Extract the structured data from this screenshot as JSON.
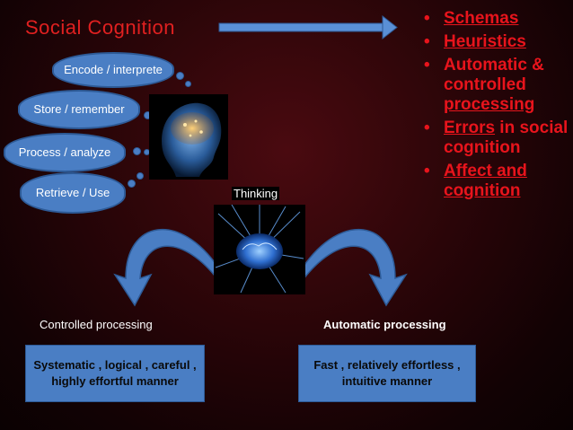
{
  "title": "Social  Cognition",
  "bullets": [
    {
      "text": "Schemas"
    },
    {
      "text": "Heuristics"
    },
    {
      "text": "Automatic & controlled processing",
      "pre": "Automatic & controlled ",
      "u": "processing"
    },
    {
      "text": "Errors in social cognition",
      "u": "Errors",
      "post": " in social cognition"
    },
    {
      "text": "Affect and cognition"
    }
  ],
  "clouds": [
    {
      "label": "Encode / interprete"
    },
    {
      "label": "Store / remember"
    },
    {
      "label": "Process / analyze"
    },
    {
      "label": "Retrieve / Use"
    }
  ],
  "thinking_label": "Thinking",
  "controlled": {
    "caption": "Controlled processing",
    "box": "Systematic  , logical , careful , highly effortful manner"
  },
  "automatic": {
    "caption": "Automatic processing",
    "box": "Fast , relatively effortless , intuitive manner"
  },
  "colors": {
    "accent_red": "#e8141c",
    "cloud_blue": "#4a7ec4",
    "background": "#2a0508"
  }
}
